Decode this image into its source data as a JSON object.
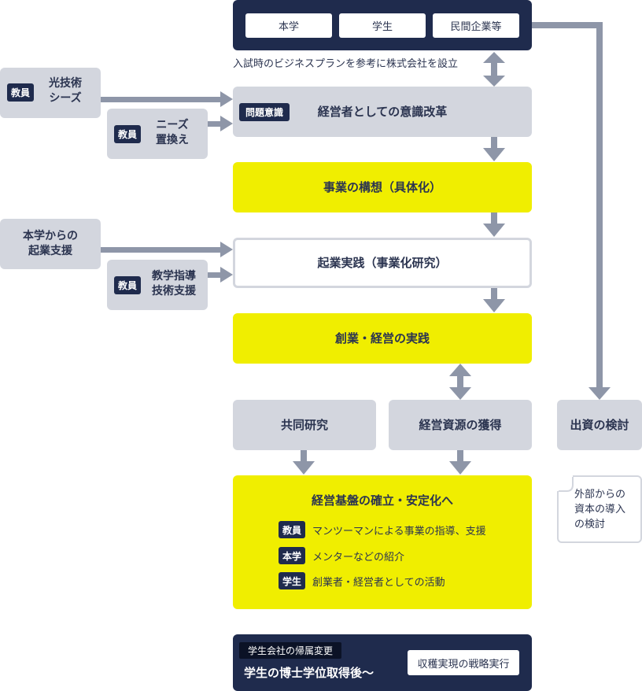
{
  "top_bar": {
    "items": [
      "本学",
      "学生",
      "民間企業等"
    ],
    "caption": "入試時のビジネスプランを参考に株式会社を設立"
  },
  "left_inputs": {
    "seeds": {
      "tag": "教員",
      "line1": "光技術",
      "line2": "シーズ"
    },
    "needs": {
      "tag": "教員",
      "line1": "ニーズ",
      "line2": "置換え"
    },
    "support": {
      "line1": "本学からの",
      "line2": "起業支援"
    },
    "guidance": {
      "tag": "教員",
      "line1": "教学指導",
      "line2": "技術支援"
    }
  },
  "flow": {
    "awareness": {
      "tag": "問題意識",
      "label": "経営者としての意識改革"
    },
    "concept": "事業の構想（具体化）",
    "practice": "起業実践（事業化研究）",
    "management": "創業・経営の実践",
    "joint_research": "共同研究",
    "resources": "経営資源の獲得",
    "foundation": {
      "title": "経営基盤の確立・安定化へ",
      "items": [
        {
          "tag": "教員",
          "text": "マンツーマンによる事業の指導、支援"
        },
        {
          "tag": "本学",
          "text": "メンターなどの紹介"
        },
        {
          "tag": "学生",
          "text": "創業者・経営者としての活動"
        }
      ]
    },
    "final": {
      "tag": "学生会社の帰属変更",
      "label": "学生の博士学位取得後〜",
      "button": "収穫実現の戦略実行"
    }
  },
  "right": {
    "investment": "出資の検討",
    "note_lines": [
      "外部からの",
      "資本の導入",
      "の検討"
    ]
  },
  "colors": {
    "navy": "#1f2b4d",
    "gray": "#d3d6de",
    "yellow": "#f0ee00",
    "arrow": "#8e96a8"
  }
}
